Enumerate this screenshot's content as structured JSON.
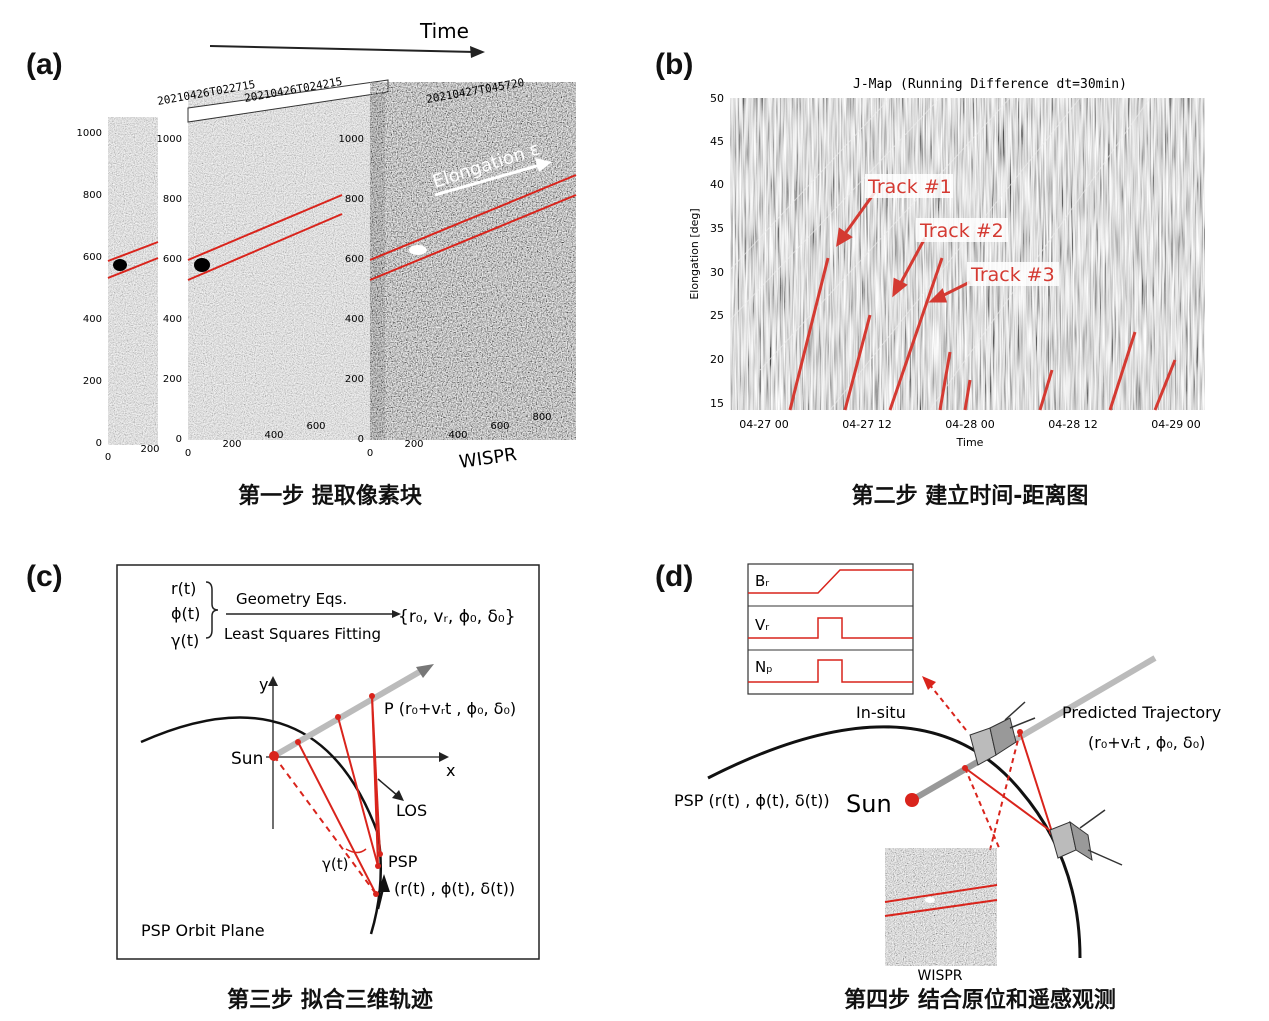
{
  "panels": {
    "a": {
      "label": "(a)",
      "time_label": "Time",
      "frame_titles": [
        "20210426T022715",
        "20210426T024215",
        "20210427T045720"
      ],
      "elongation_label": "Elongation ε",
      "instrument": "WISPR",
      "yticks": [
        "0",
        "200",
        "400",
        "600",
        "800",
        "1000"
      ],
      "xticks_1": [
        "0",
        "200"
      ],
      "xticks_2": [
        "0",
        "200",
        "400",
        "600"
      ],
      "xticks_3": [
        "0",
        "200",
        "400",
        "600",
        "800"
      ],
      "caption": "第一步  提取像素块"
    },
    "b": {
      "label": "(b)",
      "title": "J-Map (Running Difference dt=30min)",
      "ylabel": "Elongation [deg]",
      "xlabel": "Time",
      "yticks": [
        "15",
        "20",
        "25",
        "30",
        "35",
        "40",
        "45",
        "50"
      ],
      "xticks": [
        "04-27 00",
        "04-27 12",
        "04-28 00",
        "04-28 12",
        "04-29 00"
      ],
      "tracks": [
        "Track #1",
        "Track #2",
        "Track #3"
      ],
      "caption": "第二步  建立时间-距离图"
    },
    "c": {
      "label": "(c)",
      "inputs": [
        "r(t)",
        "ϕ(t)",
        "γ(t)"
      ],
      "method_top": "Geometry Eqs.",
      "method_bottom": "Least Squares Fitting",
      "params": "{r₀, vᵣ, ϕ₀, δ₀}",
      "axis_y": "y",
      "axis_x": "x",
      "sun": "Sun",
      "point_p": "P (r₀+vᵣt , ϕ₀, δ₀)",
      "los": "LOS",
      "gamma": "γ(t)",
      "psp": "PSP",
      "psp_coords": "(r(t) , ϕ(t), δ(t))",
      "orbit_plane": "PSP Orbit Plane",
      "caption": "第三步  拟合三维轨迹"
    },
    "d": {
      "label": "(d)",
      "signals": [
        "Bᵣ",
        "Vᵣ",
        "Nₚ"
      ],
      "insitu": "In-situ",
      "predicted": "Predicted Trajectory",
      "predicted_coords": "(r₀+vᵣt , ϕ₀, δ₀)",
      "psp": "PSP (r(t) , ϕ(t), δ(t))",
      "sun": "Sun",
      "instrument": "WISPR",
      "caption": "第四步  结合原位和遥感观测"
    }
  },
  "colors": {
    "accent_red": "#d9241c",
    "track_red": "#d43a32",
    "orbit_black": "#111111"
  }
}
